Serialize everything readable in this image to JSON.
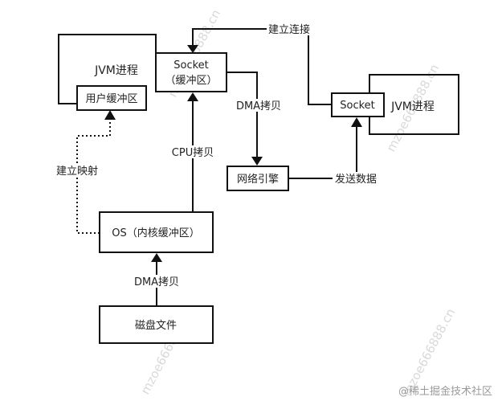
{
  "left_jvm": {
    "title": "JVM进程"
  },
  "right_jvm": {
    "title": "JVM进程"
  },
  "boxes": {
    "user_buffer": "用户缓冲区",
    "socket_buffer_line1": "Socket",
    "socket_buffer_line2": "（缓冲区）",
    "socket_right": "Socket",
    "network_engine": "网络引擎",
    "os_kernel_buffer": "OS（内核缓冲区）",
    "disk_file": "磁盘文件"
  },
  "edge_labels": {
    "establish_connection": "建立连接",
    "dma_copy_upper": "DMA拷贝",
    "cpu_copy": "CPU拷贝",
    "memory_mapping": "建立映射",
    "send_data": "发送数据",
    "dma_copy_lower": "DMA拷贝"
  },
  "watermarks": {
    "handle": "mzoe666888.cn",
    "site": "@稀土掘金技术社区"
  },
  "colors": {
    "line": "#111111",
    "watermark": "#d9d9d9",
    "background": "#ffffff"
  }
}
